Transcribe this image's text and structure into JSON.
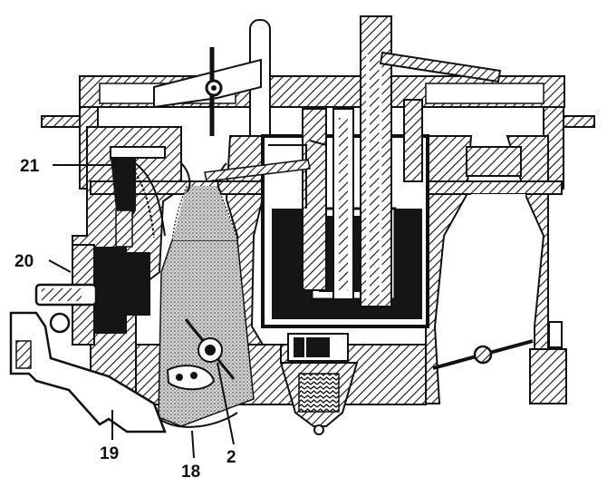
{
  "callouts": [
    {
      "id": "21",
      "label": "21"
    },
    {
      "id": "20",
      "label": "20"
    },
    {
      "id": "19",
      "label": "19"
    },
    {
      "id": "18",
      "label": "18"
    },
    {
      "id": "2",
      "label": "2"
    }
  ],
  "colors": {
    "ink": "#111111",
    "paper": "#ffffff",
    "fuel": "#151515",
    "dotted_fill": "#cfcfcf"
  }
}
